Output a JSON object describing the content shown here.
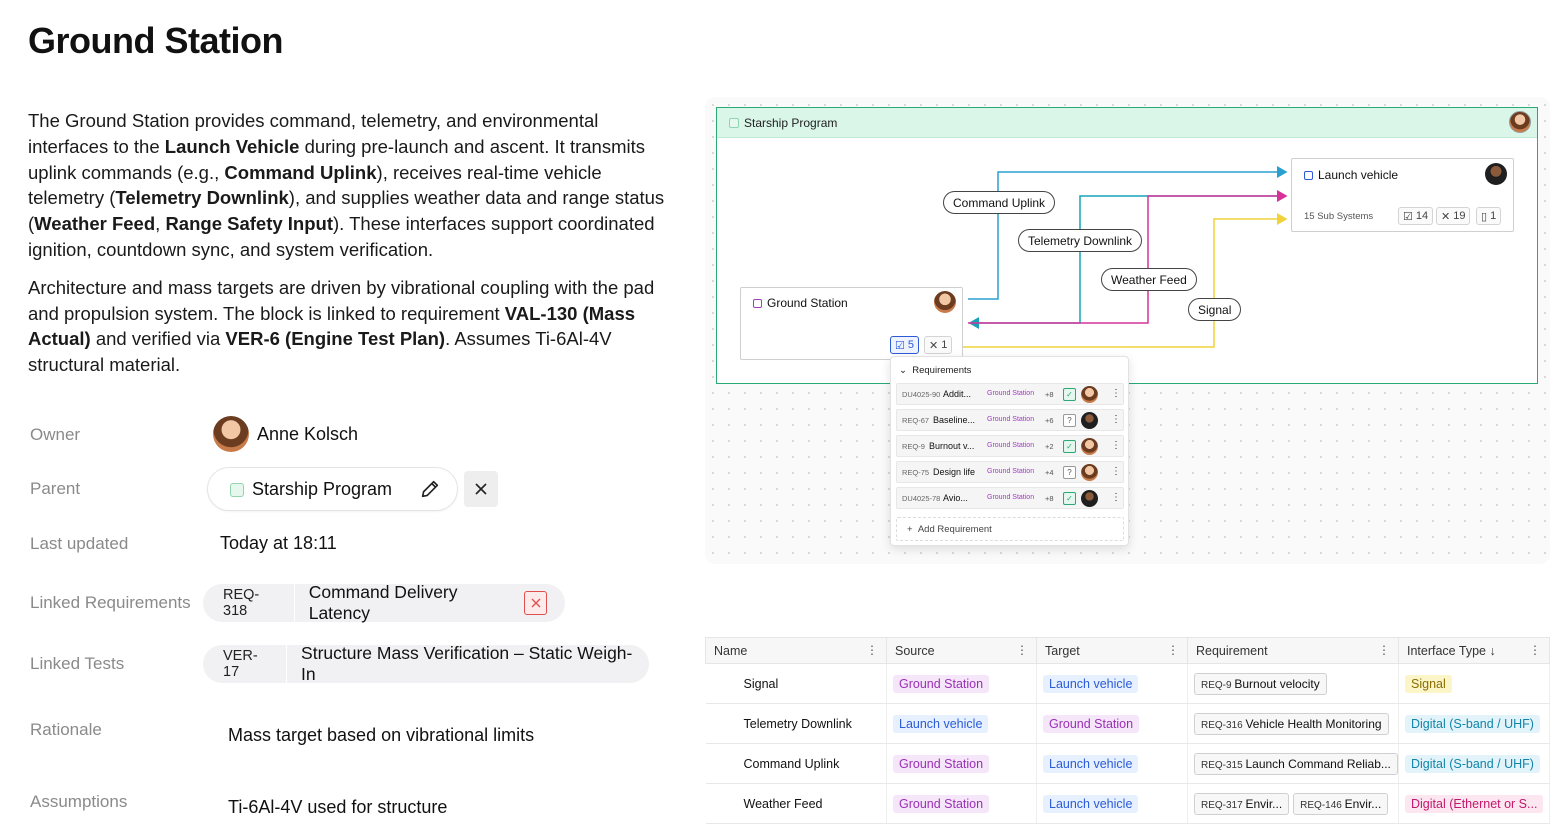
{
  "page": {
    "title": "Ground Station"
  },
  "description": {
    "p1": [
      {
        "t": "The Ground Station provides command, telemetry, and environmental interfaces to the "
      },
      {
        "t": "Launch Vehicle",
        "b": true
      },
      {
        "t": " during pre-launch and ascent. It transmits uplink commands (e.g., "
      },
      {
        "t": "Command Uplink",
        "b": true
      },
      {
        "t": "), receives real-time vehicle telemetry ("
      },
      {
        "t": "Telemetry Downlink",
        "b": true
      },
      {
        "t": "), and supplies weather data and range status ("
      },
      {
        "t": "Weather Feed",
        "b": true
      },
      {
        "t": ", "
      },
      {
        "t": "Range Safety Input",
        "b": true
      },
      {
        "t": "). These interfaces support coordinated ignition, countdown sync, and system verification."
      }
    ],
    "p2": [
      {
        "t": "Architecture and mass targets are driven by vibrational coupling with the pad and propulsion system. The block is linked to requirement "
      },
      {
        "t": "VAL-130 (Mass Actual)",
        "b": true
      },
      {
        "t": " and verified via "
      },
      {
        "t": "VER-6 (Engine Test Plan)",
        "b": true
      },
      {
        "t": ". Assumes Ti-6Al-4V structural material."
      }
    ]
  },
  "properties": {
    "owner_label": "Owner",
    "owner_name": "Anne Kolsch",
    "parent_label": "Parent",
    "parent_name": "Starship Program",
    "updated_label": "Last updated",
    "updated_value": "Today at 18:11",
    "linked_req_label": "Linked Requirements",
    "linked_req_code": "REQ-318",
    "linked_req_name": "Command Delivery Latency",
    "linked_tests_label": "Linked Tests",
    "linked_test_code": "VER-17",
    "linked_test_name": "Structure Mass Verification – Static Weigh-In",
    "rationale_label": "Rationale",
    "rationale_value": "Mass target based on vibrational limits",
    "assumptions_label": "Assumptions",
    "assumptions_value": "Ti-6Al-4V used for structure"
  },
  "diagram": {
    "group_title": "Starship Program",
    "launch_vehicle": {
      "name": "Launch vehicle",
      "subsystems": "15 Sub Systems",
      "badges": [
        "14",
        "19",
        "1"
      ]
    },
    "ground_station": {
      "name": "Ground Station",
      "badges": [
        "5",
        "1"
      ]
    },
    "edge_labels": [
      "Command Uplink",
      "Telemetry Downlink",
      "Weather Feed",
      "Signal"
    ],
    "edge_colors": {
      "command": "#2a9fd0",
      "telemetry": "#17a2b8",
      "weather": "#d6329a",
      "signal": "#f0d33a"
    },
    "popup": {
      "header": "Requirements",
      "rows": [
        {
          "id": "DU4025-90",
          "title": "Addit...",
          "source": "Ground Station",
          "plus": "+8",
          "status": "✓"
        },
        {
          "id": "REQ-67",
          "title": "Baseline...",
          "source": "Ground Station",
          "plus": "+6",
          "status": "?"
        },
        {
          "id": "REQ-9",
          "title": "Burnout v...",
          "source": "Ground Station",
          "plus": "+2",
          "status": "✓"
        },
        {
          "id": "REQ-75",
          "title": "Design life",
          "source": "Ground Station",
          "plus": "+4",
          "status": "?"
        },
        {
          "id": "DU4025-78",
          "title": "Avio...",
          "source": "Ground Station",
          "plus": "+8",
          "status": "✓"
        }
      ],
      "add_label": "Add Requirement"
    }
  },
  "table": {
    "columns": [
      "Name",
      "Source",
      "Target",
      "Requirement",
      "Interface Type"
    ],
    "rows": [
      {
        "name": "Signal",
        "source": "Ground Station",
        "target": "Launch vehicle",
        "reqs": [
          {
            "code": "REQ-9",
            "title": "Burnout velocity"
          }
        ],
        "type": "Signal"
      },
      {
        "name": "Telemetry Downlink",
        "source": "Launch vehicle",
        "target": "Ground Station",
        "reqs": [
          {
            "code": "REQ-316",
            "title": "Vehicle Health Monitoring"
          }
        ],
        "type": "Digital (S-band / UHF)"
      },
      {
        "name": "Command Uplink",
        "source": "Ground Station",
        "target": "Launch vehicle",
        "reqs": [
          {
            "code": "REQ-315",
            "title": "Launch Command Reliab..."
          }
        ],
        "type": "Digital (S-band / UHF)"
      },
      {
        "name": "Weather Feed",
        "source": "Ground Station",
        "target": "Launch vehicle",
        "reqs": [
          {
            "code": "REQ-317",
            "title": "Envir..."
          },
          {
            "code": "REQ-146",
            "title": "Envir..."
          }
        ],
        "type": "Digital (Ethernet or S..."
      }
    ]
  }
}
